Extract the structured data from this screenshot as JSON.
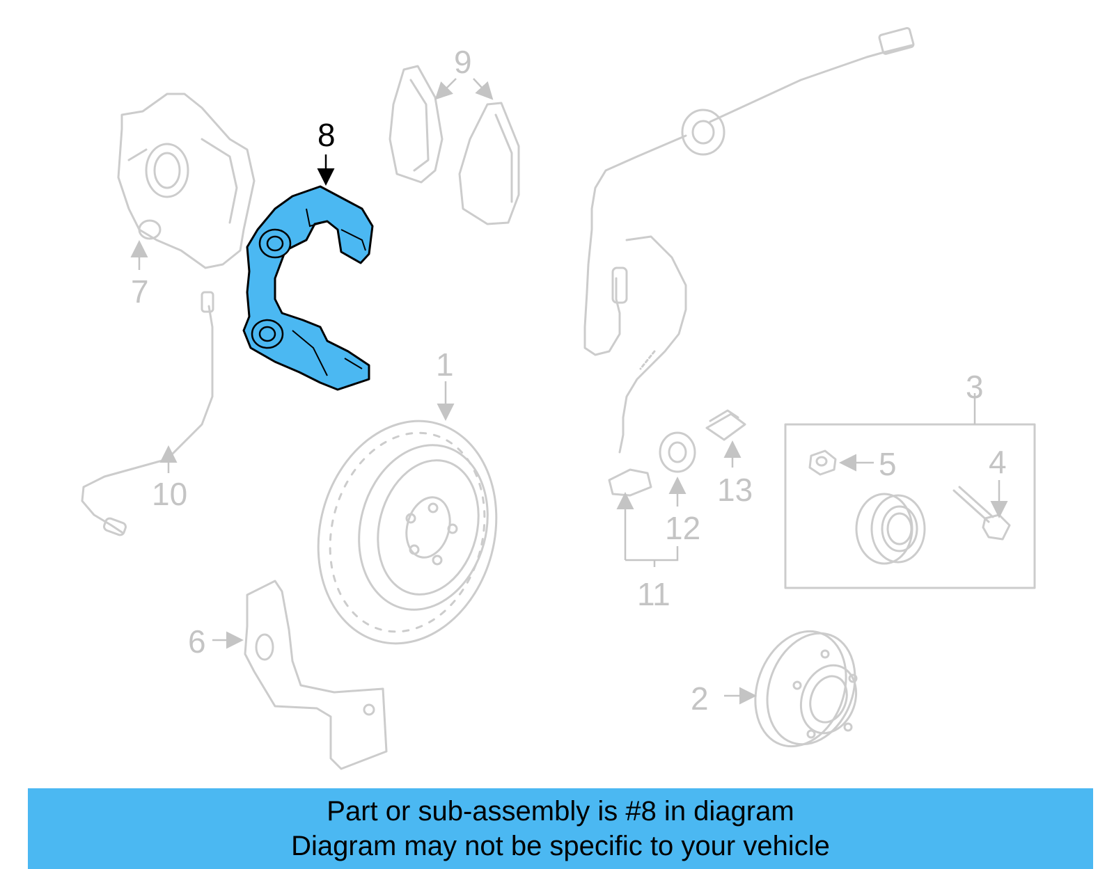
{
  "diagram": {
    "highlight_color": "#4bb8f2",
    "ghost_color": "#cccccc",
    "highlighted_part": "8",
    "callouts": {
      "c1": "1",
      "c2": "2",
      "c3": "3",
      "c4": "4",
      "c5": "5",
      "c6": "6",
      "c7": "7",
      "c8": "8",
      "c9": "9",
      "c10": "10",
      "c11": "11",
      "c12": "12",
      "c13": "13"
    }
  },
  "banner": {
    "line1": "Part or sub-assembly is #8 in diagram",
    "line2": "Diagram may not be specific to your vehicle"
  }
}
